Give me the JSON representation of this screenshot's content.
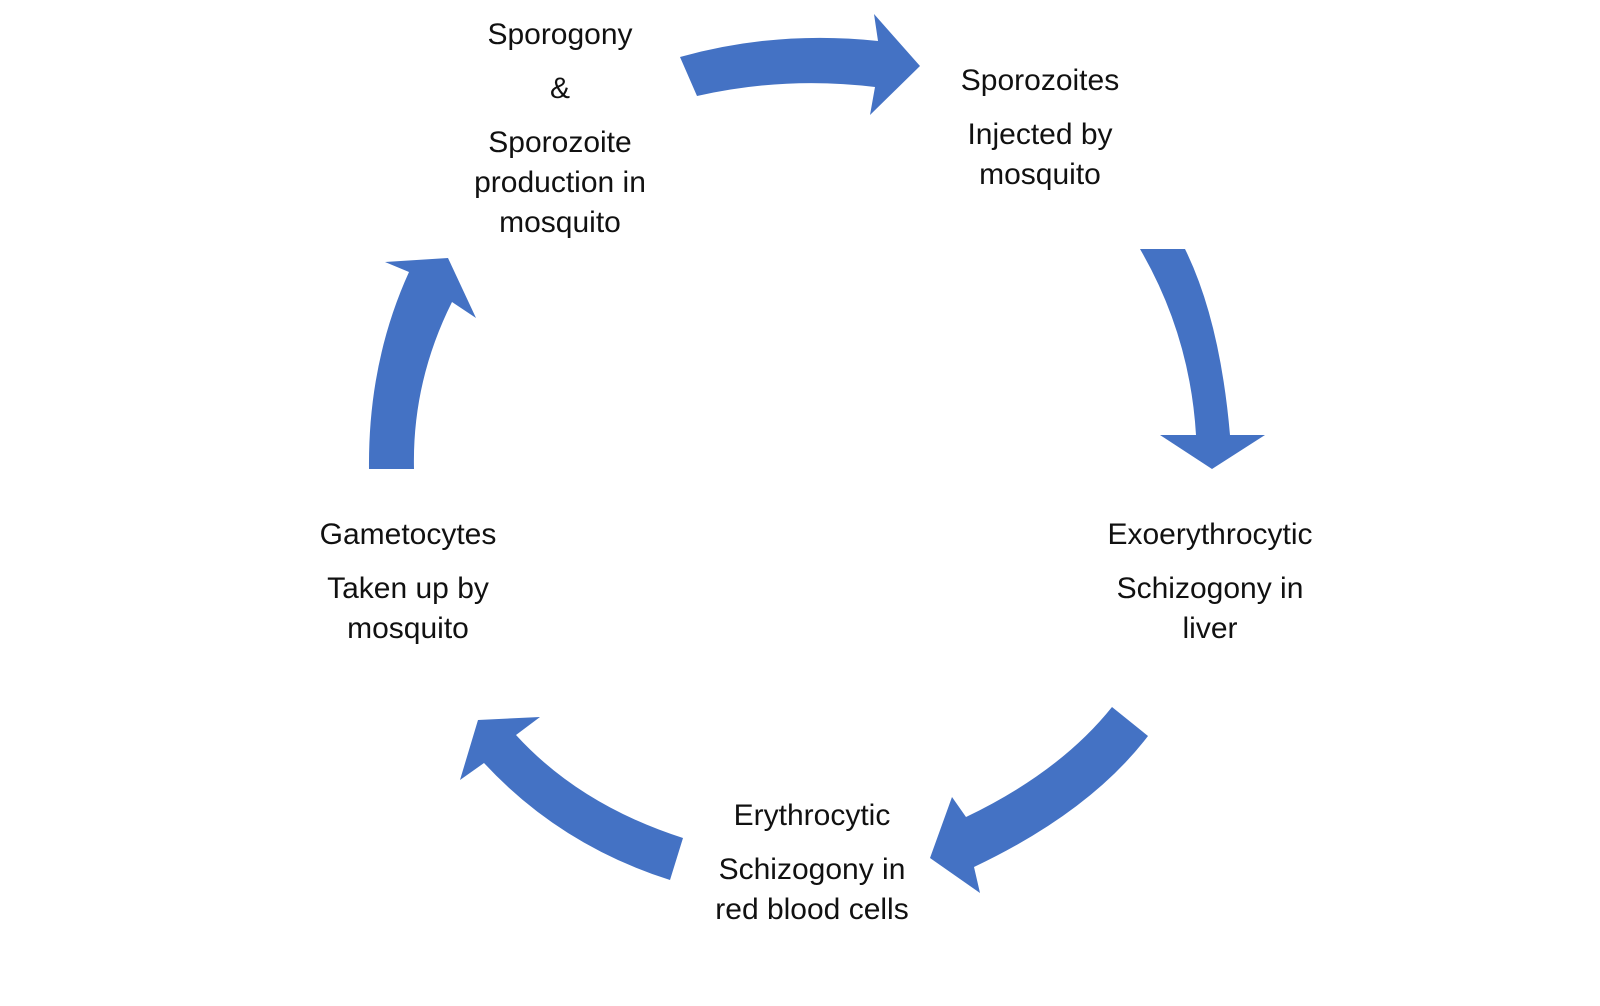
{
  "colors": {
    "arrow": "#4472C4",
    "text": "#111111",
    "background": "#FFFFFF"
  },
  "stages": {
    "sporogony": {
      "title": "Sporogony",
      "connector": "&",
      "line1": "Sporozoite",
      "line2": "production in",
      "line3": "mosquito"
    },
    "sporozoites": {
      "title": "Sporozoites",
      "line1": "Injected by",
      "line2": "mosquito"
    },
    "exoerythrocytic": {
      "title": "Exoerythrocytic",
      "line1": "Schizogony in",
      "line2": "liver"
    },
    "erythrocytic": {
      "title": "Erythrocytic",
      "line1": "Schizogony in",
      "line2": "red blood cells"
    },
    "gametocytes": {
      "title": "Gametocytes",
      "line1": "Taken up by",
      "line2": "mosquito"
    }
  }
}
